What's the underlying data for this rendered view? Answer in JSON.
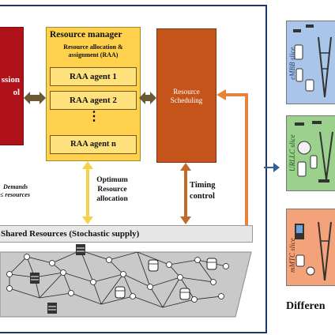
{
  "left_block": {
    "line1": "ssion",
    "line2": "ol"
  },
  "resource_manager": {
    "title": "Resource manager",
    "subtitle_line1": "Resource allocation &",
    "subtitle_line2": "assignment (RAA)",
    "agents": [
      "RAA agent 1",
      "RAA agent 2",
      "RAA agent n"
    ],
    "ellipsis": "⋮"
  },
  "scheduling": {
    "line1": "Resource",
    "line2": "Scheduling"
  },
  "demands": {
    "line1": "Demands",
    "line2": "≤ resources"
  },
  "optimum": {
    "line1": "Optimum",
    "line2": "Resource",
    "line3": "allocation"
  },
  "timing": {
    "line1": "Timing",
    "line2": "control"
  },
  "shared_resources": "Shared Resources (Stochastic supply)",
  "slices": [
    "eMBB slice",
    "URLLC slice",
    "mMTC slice"
  ],
  "differentiated": "Differen",
  "colors": {
    "frame": "#1f3a66",
    "red_block": "#b0121a",
    "resource_manager": "#ffd14d",
    "scheduling": "#c5541a",
    "embb": "#a9c6ea",
    "urllc": "#9bd08d",
    "mmtc": "#f3a27a",
    "double_arrow": "#6b5a33",
    "optimum_arrow": "#f5d24a",
    "timing_arrow": "#c26a2c",
    "feedback_arrow": "#e8833d",
    "connector_arrow": "#2e5f9e"
  }
}
